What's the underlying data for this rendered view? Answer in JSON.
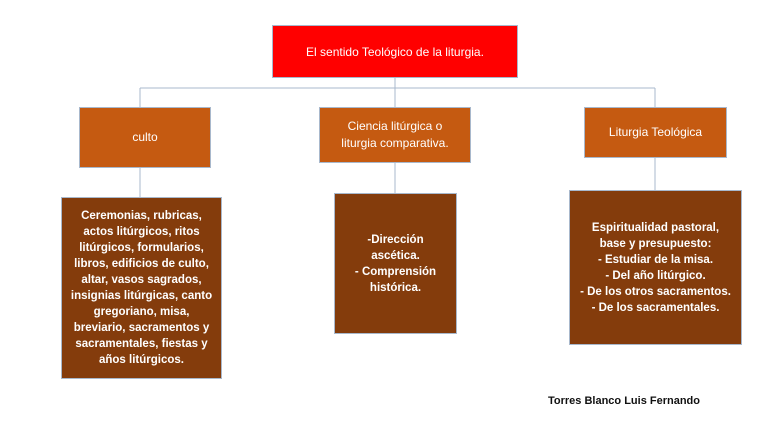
{
  "root": {
    "label": "El sentido Teológico de la liturgia."
  },
  "branches": [
    {
      "title": "culto",
      "detail": "Ceremonias, rubricas,\nactos litúrgicos, ritos\nlitúrgicos, formularios,\nlibros, edificios de culto,\naltar, vasos sagrados,\ninsignias litúrgicas, canto\ngregoriano, misa,\nbreviario, sacramentos y\nsacramentales, fiestas y\naños litúrgicos."
    },
    {
      "title": "Ciencia litúrgica o\nliturgia comparativa.",
      "detail": "-Dirección\nascética.\n- Comprensión\nhistórica."
    },
    {
      "title": "Liturgia Teológica",
      "detail": "Espiritualidad pastoral,\nbase y presupuesto:\n- Estudiar de la misa.\n- Del año litúrgico.\n- De los otros sacramentos.\n- De los sacramentales."
    }
  ],
  "author": "Torres Blanco Luis Fernando",
  "colors": {
    "root": "#ff0000",
    "branch": "#c55a11",
    "detail": "#843c0c",
    "connector": "#a8b8cc"
  }
}
